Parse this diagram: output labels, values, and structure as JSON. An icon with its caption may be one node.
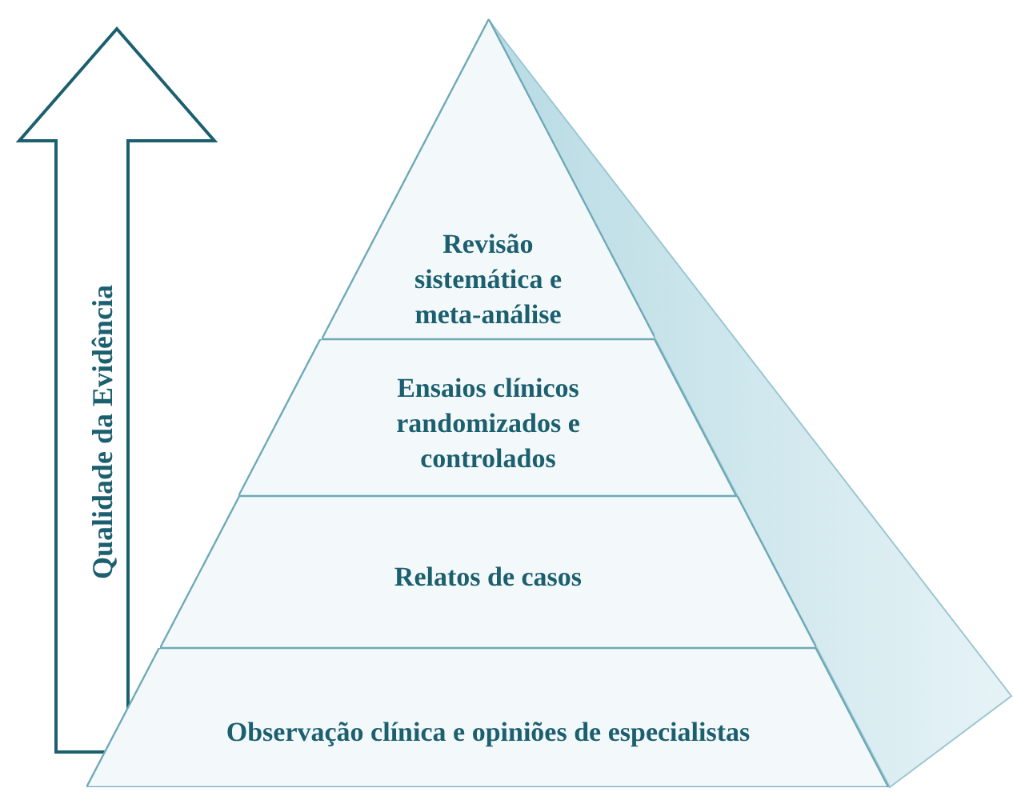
{
  "diagram": {
    "nodes": [
      {
        "text": [
          "Revisão sistemática e meta-análise"
        ]
      },
      {
        "text": [
          "Ensaios clínicos randomizados e controlados"
        ]
      },
      {
        "text": [
          "Relatos de casos"
        ]
      },
      {
        "text": [
          "Observação clínica e opiniões de especialistas"
        ]
      }
    ],
    "labels": [
      "Qualidade da Evidência"
    ]
  }
}
